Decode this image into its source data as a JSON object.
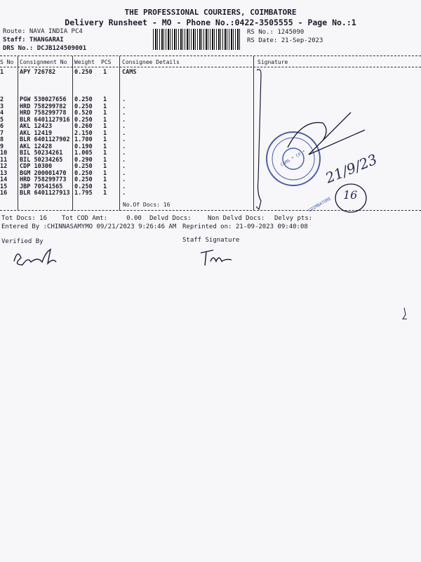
{
  "header": {
    "company": "THE PROFESSIONAL COURIERS, COIMBATORE",
    "subtitle": "Delivery Runsheet - MO - Phone No.:0422-3505555 - Page No.:1",
    "route": "Route: NAVA INDIA PC4",
    "staff": "Staff: THANGARAI",
    "drs_no": "DRS No.: DCJB124509001",
    "rs_no": "RS No.: 1245090",
    "rs_date": "RS Date: 21-Sep-2023"
  },
  "table": {
    "columns": [
      "S No",
      "Consignment No",
      "Weight",
      "PCS",
      "Consignee Details",
      "Signature"
    ],
    "rows": [
      {
        "sno": "1",
        "consignment": "APY 726782",
        "weight": "0.250",
        "pcs": "1",
        "consignee": "CAMS"
      },
      {
        "sno": "2",
        "consignment": "PGW 530027656",
        "weight": "0.250",
        "pcs": "1",
        "consignee": "."
      },
      {
        "sno": "3",
        "consignment": "HRD 758299782",
        "weight": "0.250",
        "pcs": "1",
        "consignee": "."
      },
      {
        "sno": "4",
        "consignment": "HRD 758299778",
        "weight": "0.520",
        "pcs": "1",
        "consignee": "."
      },
      {
        "sno": "5",
        "consignment": "BLR 6401127916",
        "weight": "0.250",
        "pcs": "1",
        "consignee": "."
      },
      {
        "sno": "6",
        "consignment": "AKL 12423",
        "weight": "0.260",
        "pcs": "1",
        "consignee": "."
      },
      {
        "sno": "7",
        "consignment": "AKL 12419",
        "weight": "2.150",
        "pcs": "1",
        "consignee": "."
      },
      {
        "sno": "8",
        "consignment": "BLR 6401127902",
        "weight": "1.700",
        "pcs": "1",
        "consignee": "."
      },
      {
        "sno": "9",
        "consignment": "AKL 12428",
        "weight": "0.190",
        "pcs": "1",
        "consignee": "."
      },
      {
        "sno": "10",
        "consignment": "BIL 50234261",
        "weight": "1.005",
        "pcs": "1",
        "consignee": "."
      },
      {
        "sno": "11",
        "consignment": "BIL 50234265",
        "weight": "0.290",
        "pcs": "1",
        "consignee": "."
      },
      {
        "sno": "12",
        "consignment": "CDP 10300",
        "weight": "0.250",
        "pcs": "1",
        "consignee": "."
      },
      {
        "sno": "13",
        "consignment": "BGM 200001470",
        "weight": "0.250",
        "pcs": "1",
        "consignee": "."
      },
      {
        "sno": "14",
        "consignment": "HRD 758299773",
        "weight": "0.250",
        "pcs": "1",
        "consignee": "."
      },
      {
        "sno": "15",
        "consignment": "JBP 70541565",
        "weight": "0.250",
        "pcs": "1",
        "consignee": "."
      },
      {
        "sno": "16",
        "consignment": "BLR 6401127913",
        "weight": "1.795",
        "pcs": "1",
        "consignee": "."
      }
    ],
    "no_of_docs": "No.Of Docs: 16"
  },
  "footer": {
    "tot_docs": "Tot Docs:  16",
    "tot_cod": "Tot COD Amt:     0.00",
    "delvd_docs": "Delvd Docs:",
    "non_delvd_docs": "Non Delvd Docs:",
    "delvy_pts": "Delvy pts:",
    "entered_by": "Entered By :CHINNASAMYMO 09/21/2023 9:26:46 AM",
    "reprinted_on": "Reprinted on: 21-09-2023 09:40:08",
    "verified_by": "Verified By",
    "staff_signature": "Staff Signature"
  },
  "stamp": {
    "text": "CAMS * CP * COIMBATORE",
    "handwritten_date": "21/9/23",
    "handwritten_count": "16"
  },
  "colors": {
    "ink": "#1c1c28",
    "stamp": "#4a5bb0",
    "pen": "#1a1a3a"
  }
}
